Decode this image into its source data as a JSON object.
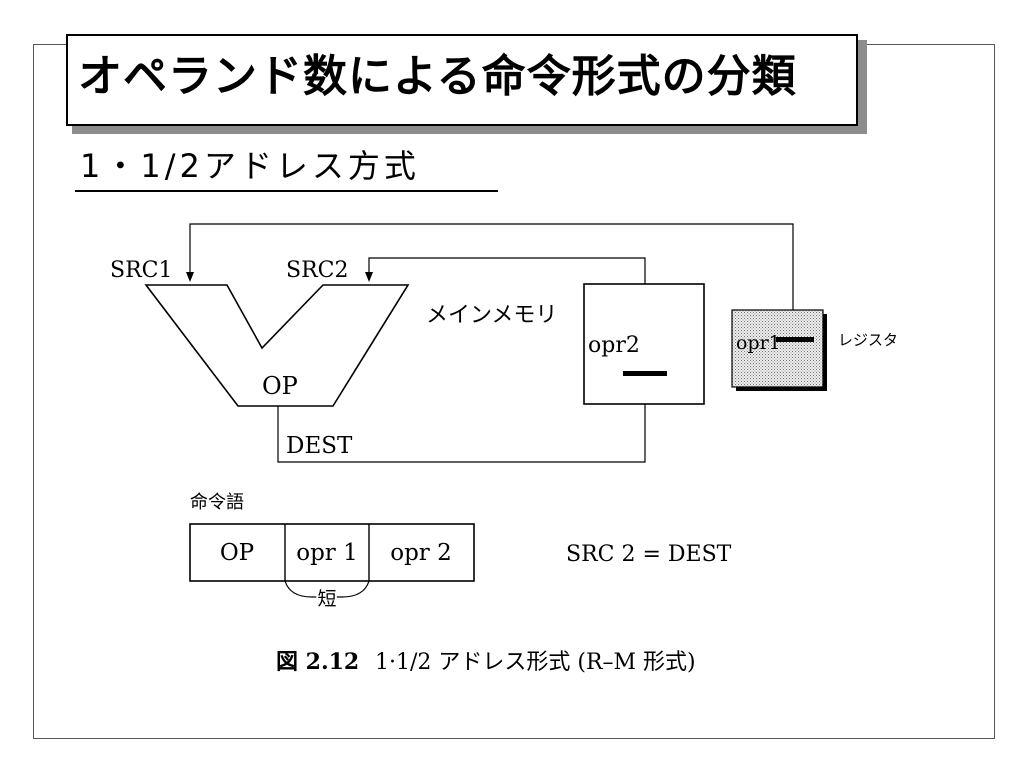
{
  "title": "オペランド数による命令形式の分類",
  "subtitle": "1・1/2アドレス方式",
  "diagram": {
    "src1_label": "SRC1",
    "src2_label": "SRC2",
    "op_label": "OP",
    "dest_label": "DEST",
    "main_memory_label": "メインメモリ",
    "memory_operand_label": "opr2",
    "register_operand_label": "opr1",
    "register_label": "レジスタ"
  },
  "instruction_word": {
    "label": "命令語",
    "fields": [
      "OP",
      "opr 1",
      "opr 2"
    ],
    "short_label": "短",
    "equation": "SRC 2 = DEST"
  },
  "caption": {
    "number": "図 2.12",
    "text": "1·1/2 アドレス形式 (R–M 形式)"
  },
  "colors": {
    "register_fill": "#cfcfcf",
    "title_shadow": "#8c8c8c"
  }
}
